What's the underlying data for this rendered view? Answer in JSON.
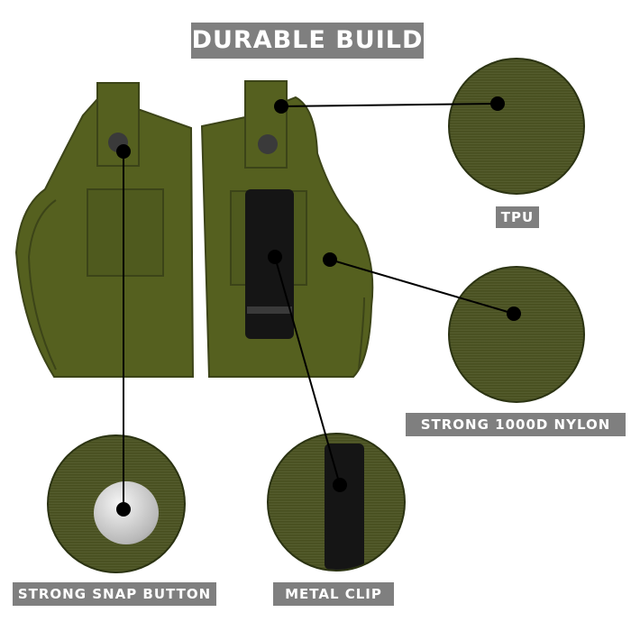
{
  "title": "DURABLE BUILD",
  "callouts": {
    "tpu": "TPU",
    "nylon": "STRONG 1000D NYLON",
    "snap": "STRONG SNAP BUTTON",
    "clip": "METAL CLIP"
  },
  "colors": {
    "olive": "#4f5a20",
    "olive_dark": "#3c4418",
    "label_bg": "#7f7f7f",
    "clip": "#151515"
  }
}
